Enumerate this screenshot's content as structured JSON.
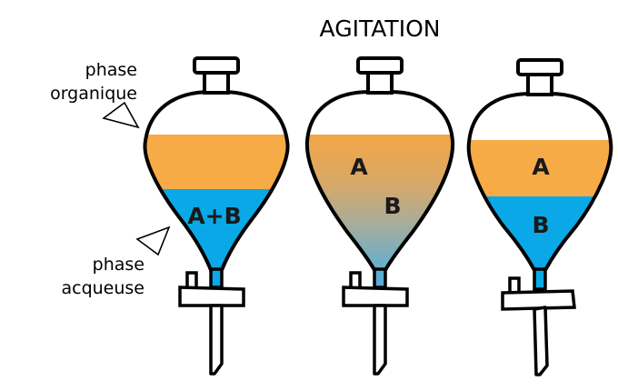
{
  "title": "AGITATION",
  "labels": {
    "organic_line1": "phase",
    "organic_line2": "organique",
    "aqueous_line1": "phase",
    "aqueous_line2": "acqueuse"
  },
  "funnels": [
    {
      "state": "before",
      "contents": [
        "A+B"
      ]
    },
    {
      "state": "agitation",
      "contents": [
        "A",
        "B"
      ]
    },
    {
      "state": "after",
      "contents": [
        "A",
        "B"
      ]
    }
  ],
  "colors": {
    "organic": "#f7ab47",
    "aqueous": "#0aa8e6",
    "outline": "#000000",
    "background": "#ffffff"
  }
}
